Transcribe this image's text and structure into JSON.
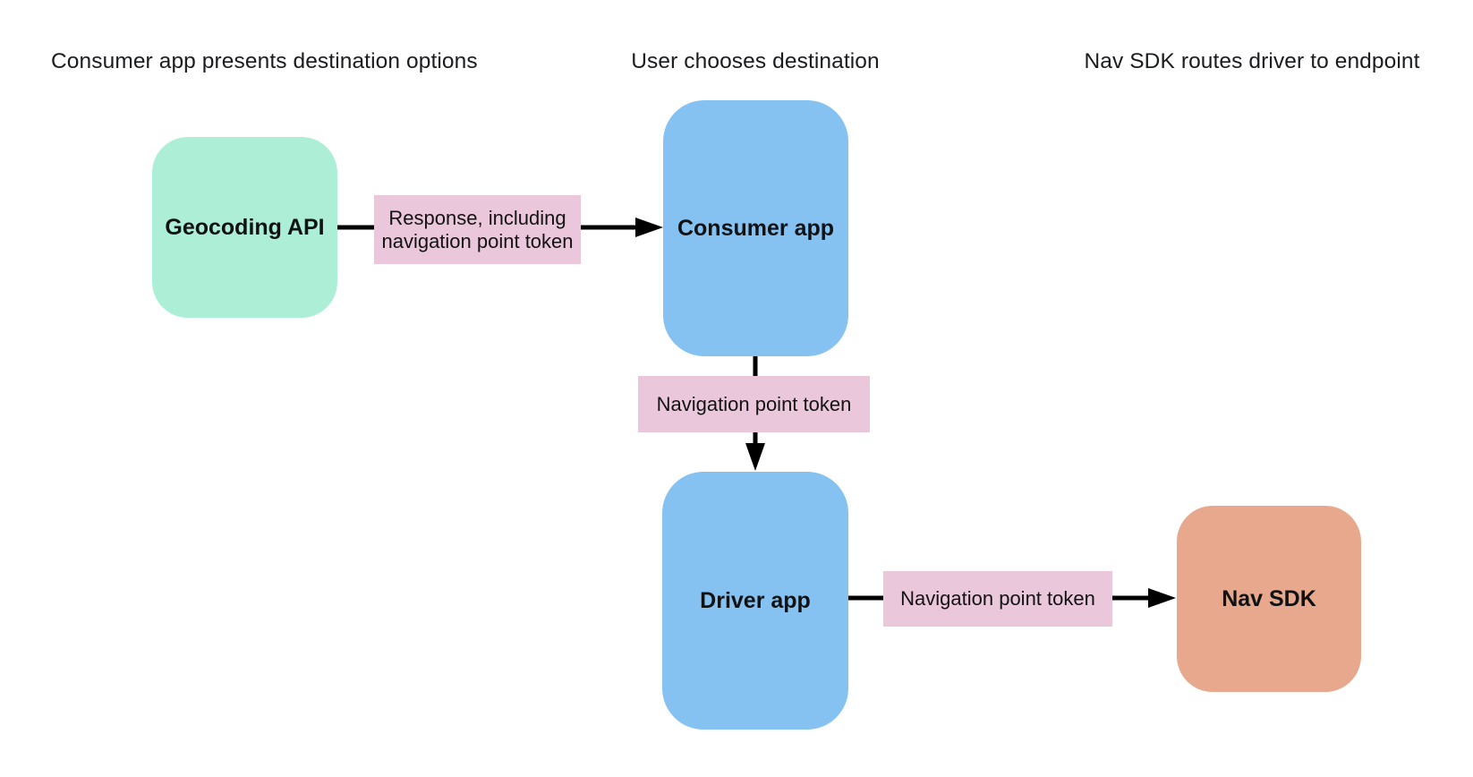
{
  "diagram": {
    "headers": [
      {
        "text": "Consumer app presents destination options"
      },
      {
        "text": "User chooses destination"
      },
      {
        "text": "Nav SDK routes driver to endpoint"
      }
    ],
    "nodes": [
      {
        "id": "geocoding-api",
        "label": "Geocoding API",
        "color": "#adefd6"
      },
      {
        "id": "consumer-app",
        "label": "Consumer app",
        "color": "#85c2f2"
      },
      {
        "id": "driver-app",
        "label": "Driver app",
        "color": "#85c2f2"
      },
      {
        "id": "nav-sdk",
        "label": "Nav SDK",
        "color": "#e8a88d"
      }
    ],
    "edges": [
      {
        "from": "geocoding-api",
        "to": "consumer-app",
        "label": "Response, including navigation point token"
      },
      {
        "from": "consumer-app",
        "to": "driver-app",
        "label": "Navigation point token"
      },
      {
        "from": "driver-app",
        "to": "nav-sdk",
        "label": "Navigation point token"
      }
    ],
    "colors": {
      "edge_label_bg": "#ebc7dc",
      "arrow": "#000000",
      "header_text": "#1a1c1f",
      "node_text": "#101214",
      "background": "#ffffff"
    }
  }
}
